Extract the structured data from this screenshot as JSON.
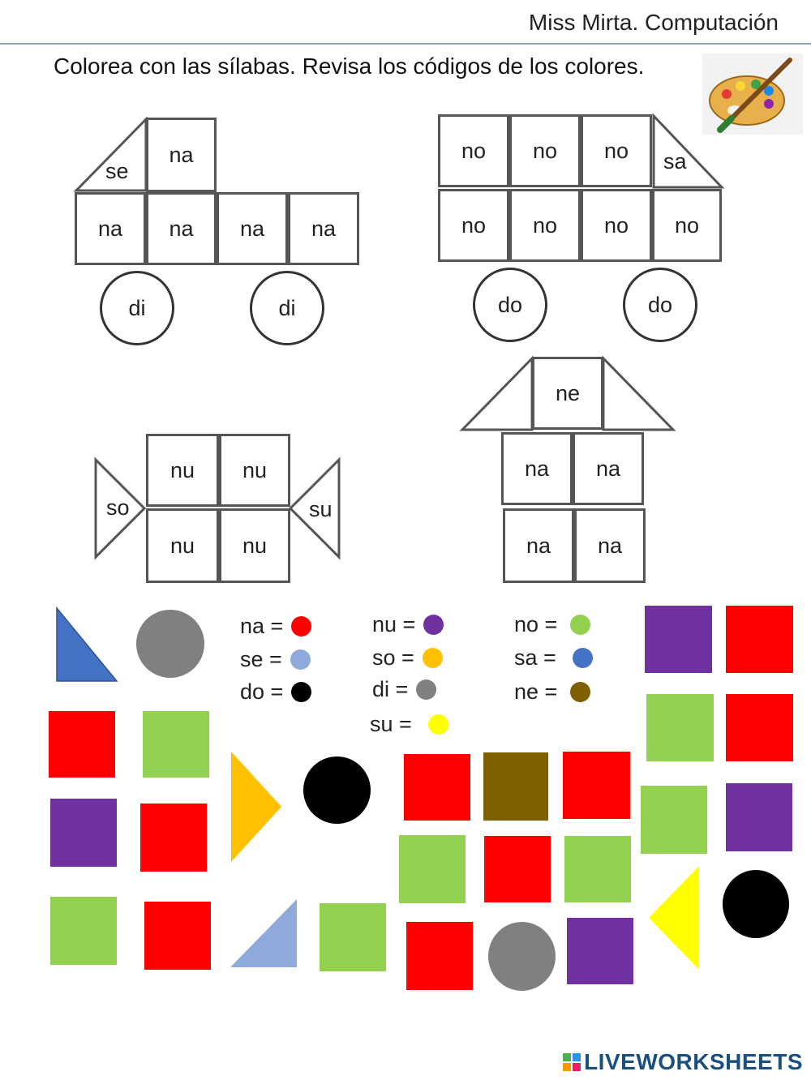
{
  "header": {
    "author": "Miss Mirta. Computación"
  },
  "instruction": "Colorea con las sílabas. Revisa los códigos de los colores.",
  "truck": {
    "cabin_triangle": "se",
    "cabin_top": "na",
    "body": [
      "na",
      "na",
      "na",
      "na"
    ],
    "wheels": [
      "di",
      "di"
    ]
  },
  "bus": {
    "top": [
      "no",
      "no",
      "no"
    ],
    "front_triangle": "sa",
    "bottom": [
      "no",
      "no",
      "no",
      "no"
    ],
    "wheels": [
      "do",
      "do"
    ]
  },
  "candy": {
    "left_triangle": "so",
    "right_triangle": "su",
    "top": [
      "nu",
      "nu"
    ],
    "bottom": [
      "nu",
      "nu"
    ]
  },
  "house": {
    "roof_center": "ne",
    "middle": [
      "na",
      "na"
    ],
    "bottom": [
      "na",
      "na"
    ]
  },
  "legend": [
    {
      "label": "na =",
      "color": "#ff0000"
    },
    {
      "label": "se =",
      "color": "#8eaadb"
    },
    {
      "label": "do =",
      "color": "#000000"
    },
    {
      "label": "nu =",
      "color": "#7030a0"
    },
    {
      "label": "so =",
      "color": "#ffc000"
    },
    {
      "label": "di =",
      "color": "#808080"
    },
    {
      "label": "su =",
      "color": "#ffff00"
    },
    {
      "label": "no =",
      "color": "#92d050"
    },
    {
      "label": "sa =",
      "color": "#4472c4"
    },
    {
      "label": "ne =",
      "color": "#7f6000"
    }
  ],
  "footer": {
    "brand": "LIVEWORKSHEETS"
  }
}
